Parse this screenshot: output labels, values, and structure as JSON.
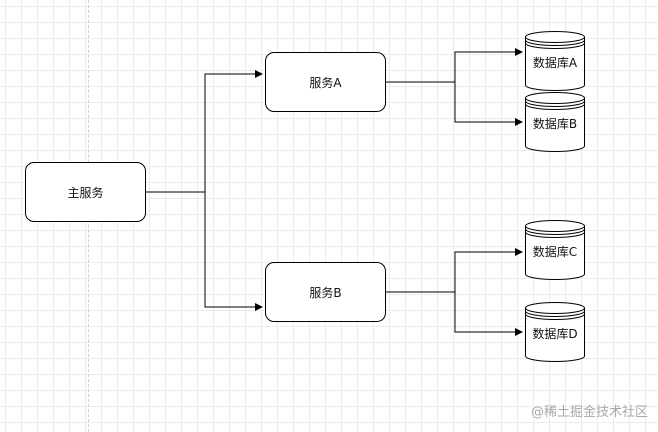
{
  "diagram": {
    "main_service": "主服务",
    "service_a": "服务A",
    "service_b": "服务B",
    "databases": [
      "数据库A",
      "数据库B",
      "数据库C",
      "数据库D"
    ]
  },
  "watermark": "@稀土掘金技术社区",
  "colors": {
    "stroke": "#000000",
    "grid": "#ebebeb",
    "watermark": "#a5a9ae"
  }
}
